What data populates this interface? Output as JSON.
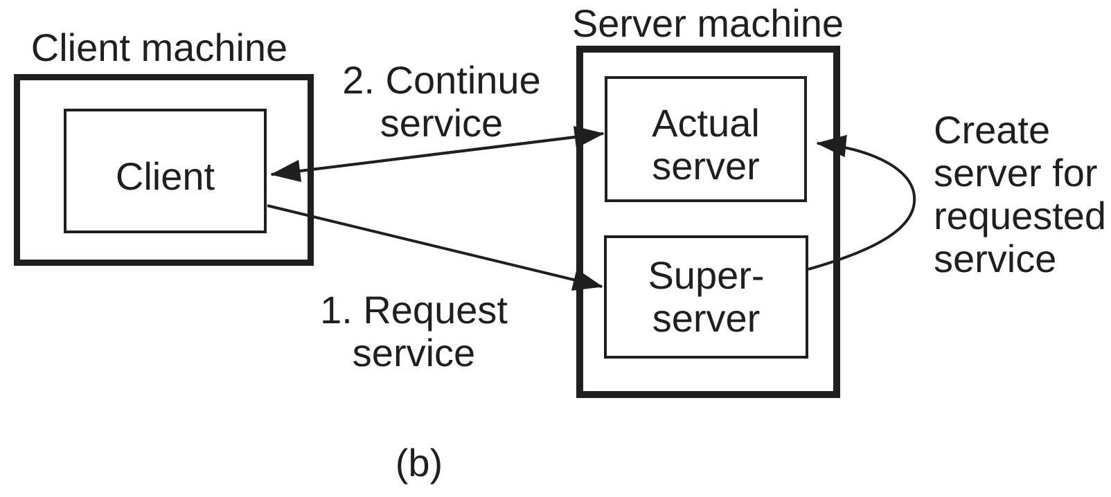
{
  "colors": {
    "ink": "#1f1f1f",
    "background": "#ffffff"
  },
  "caption": "(b)",
  "client_machine": {
    "title": "Client machine",
    "client": {
      "label": "Client"
    }
  },
  "server_machine": {
    "title": "Server machine",
    "actual_server": {
      "lines": [
        "Actual",
        "server"
      ]
    },
    "super_server": {
      "lines": [
        "Super-",
        "server"
      ]
    }
  },
  "annotations": {
    "continue_service": {
      "lines": [
        "2. Continue",
        "service"
      ]
    },
    "request_service": {
      "lines": [
        "1. Request",
        "service"
      ]
    },
    "create_server": {
      "lines": [
        "Create",
        "server for",
        "requested",
        "service"
      ]
    }
  }
}
